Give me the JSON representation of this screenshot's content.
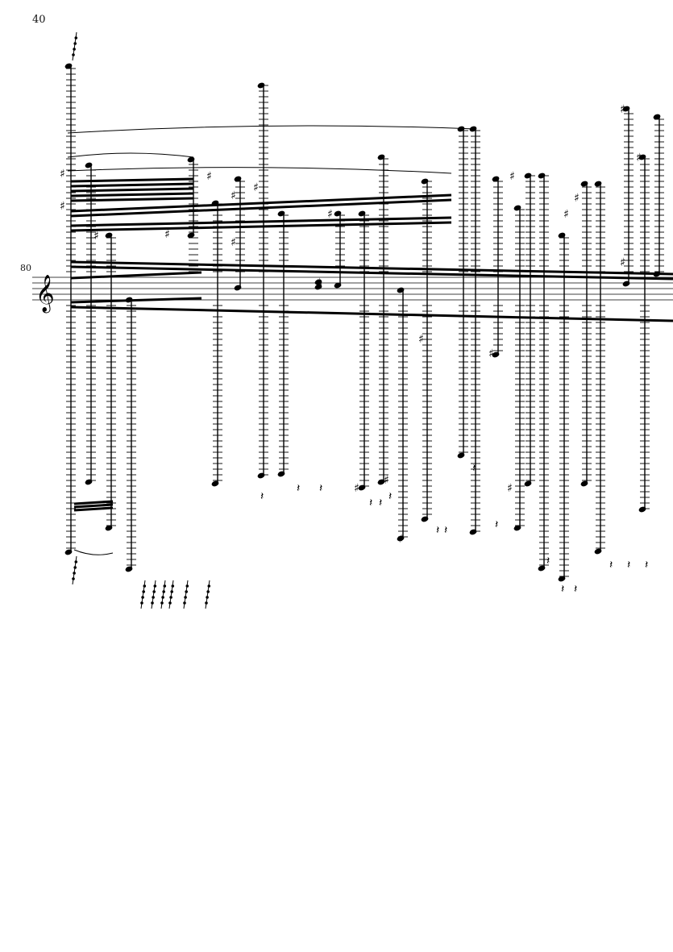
{
  "page": {
    "number": "40"
  },
  "system": {
    "measure_number": "80",
    "clef": "treble",
    "clef_glyph": "𝄞"
  }
}
